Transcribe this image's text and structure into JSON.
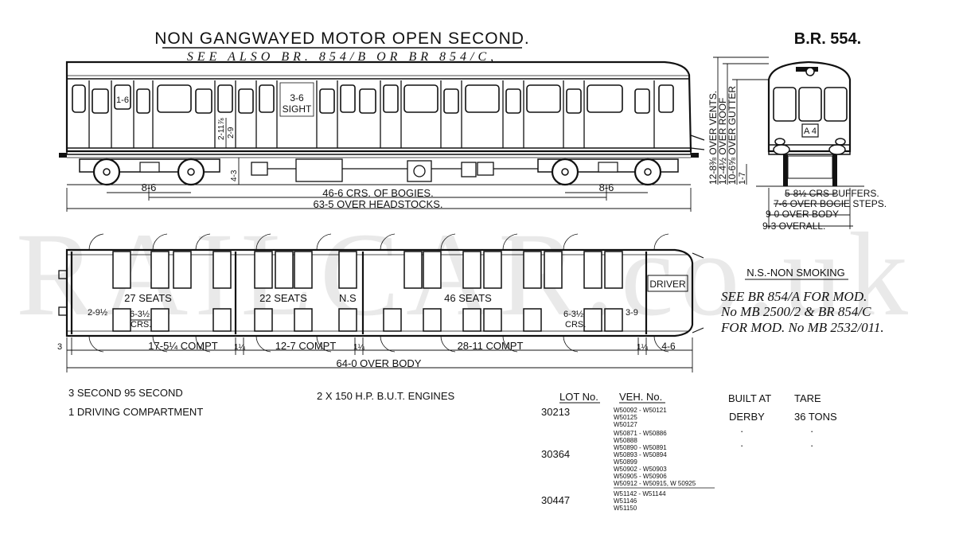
{
  "header": {
    "title": "NON GANGWAYED MOTOR OPEN SECOND.",
    "see_also": "SEE ALSO BR. 854/B OR BR 854/C,",
    "diagram_ref": "B.R. 554."
  },
  "watermark": "RAILCAR.co.uk",
  "side_elevation": {
    "dim_door_width": "1-6",
    "dim_sight": "3-6",
    "label_sight": "SIGHT",
    "dim_height_a": "2-11⅞",
    "dim_height_b": "2-9",
    "dim_height_c": "4-3",
    "dim_wheelbase_left": "8-6",
    "dim_wheelbase_right": "8-6",
    "dim_bogie_centres": "46-6 CRS. OF BOGIES.",
    "dim_headstocks": "63-5 OVER HEADSTOCKS."
  },
  "end_elevation": {
    "destination": "A 4",
    "h_over_vents": "12-8⅜ OVER VENTS.",
    "h_over_roof": "12-4½ OVER ROOF",
    "h_over_gutter": "10-6⅝ OVER GUTTER",
    "h_step": "1-7",
    "w_buffers": "5-8½ CRS BUFFERS.",
    "w_bogie_steps": "7-6 OVER BOGIE STEPS.",
    "w_over_body": "9-0 OVER BODY",
    "w_overall": "9-3 OVERALL."
  },
  "plan": {
    "seats_1": "27 SEATS",
    "seats_2": "22 SEATS",
    "ns_label": "N.S",
    "seats_3": "46 SEATS",
    "driver": "DRIVER",
    "dim_left_a": "2-9½",
    "dim_left_b": "6-3½",
    "dim_left_crs": "CRS.",
    "dim_right_a": "6-3½",
    "dim_right_crs": "CRS.",
    "dim_right_b": "3-9",
    "end_left": "3",
    "compt_1": "17-5¼ COMPT",
    "gap_1": "1¼",
    "compt_2": "12-7 COMPT",
    "gap_2": "1¼",
    "compt_3": "28-11 COMPT",
    "gap_3": "1¼",
    "end_right": "4-6",
    "over_body": "64-0 OVER BODY"
  },
  "notes": {
    "ns_legend": "N.S.-NON SMOKING",
    "mod_line1": "SEE BR 854/A FOR MOD.",
    "mod_line2": "No MB 2500/2 & BR 854/C",
    "mod_line3": "FOR MOD. No MB 2532/011."
  },
  "summary": {
    "line1": "3 SECOND   95 SECOND",
    "line2": "1 DRIVING COMPARTMENT",
    "engines": "2 X 150 H.P.   B.U.T. ENGINES"
  },
  "lot_table": {
    "headers": [
      "LOT No.",
      "VEH. No.",
      "BUILT AT",
      "TARE"
    ],
    "built_at": "DERBY",
    "tare": "36 TONS",
    "ditto": "·",
    "lots": [
      {
        "lot": "30213",
        "vehicles": [
          "W50092 - W50121",
          "W50125",
          "W50127"
        ]
      },
      {
        "lot": "30364",
        "vehicles": [
          "W50871 - W50886",
          "W50888",
          "W50890 - W50891",
          "W50893 - W50894",
          "W50899",
          "W50902 - W50903",
          "W50905 - W50906",
          "W50912 - W50915, W 50925"
        ]
      },
      {
        "lot": "30447",
        "vehicles": [
          "W51142 - W51144",
          "W51146",
          "W51150"
        ]
      }
    ]
  }
}
